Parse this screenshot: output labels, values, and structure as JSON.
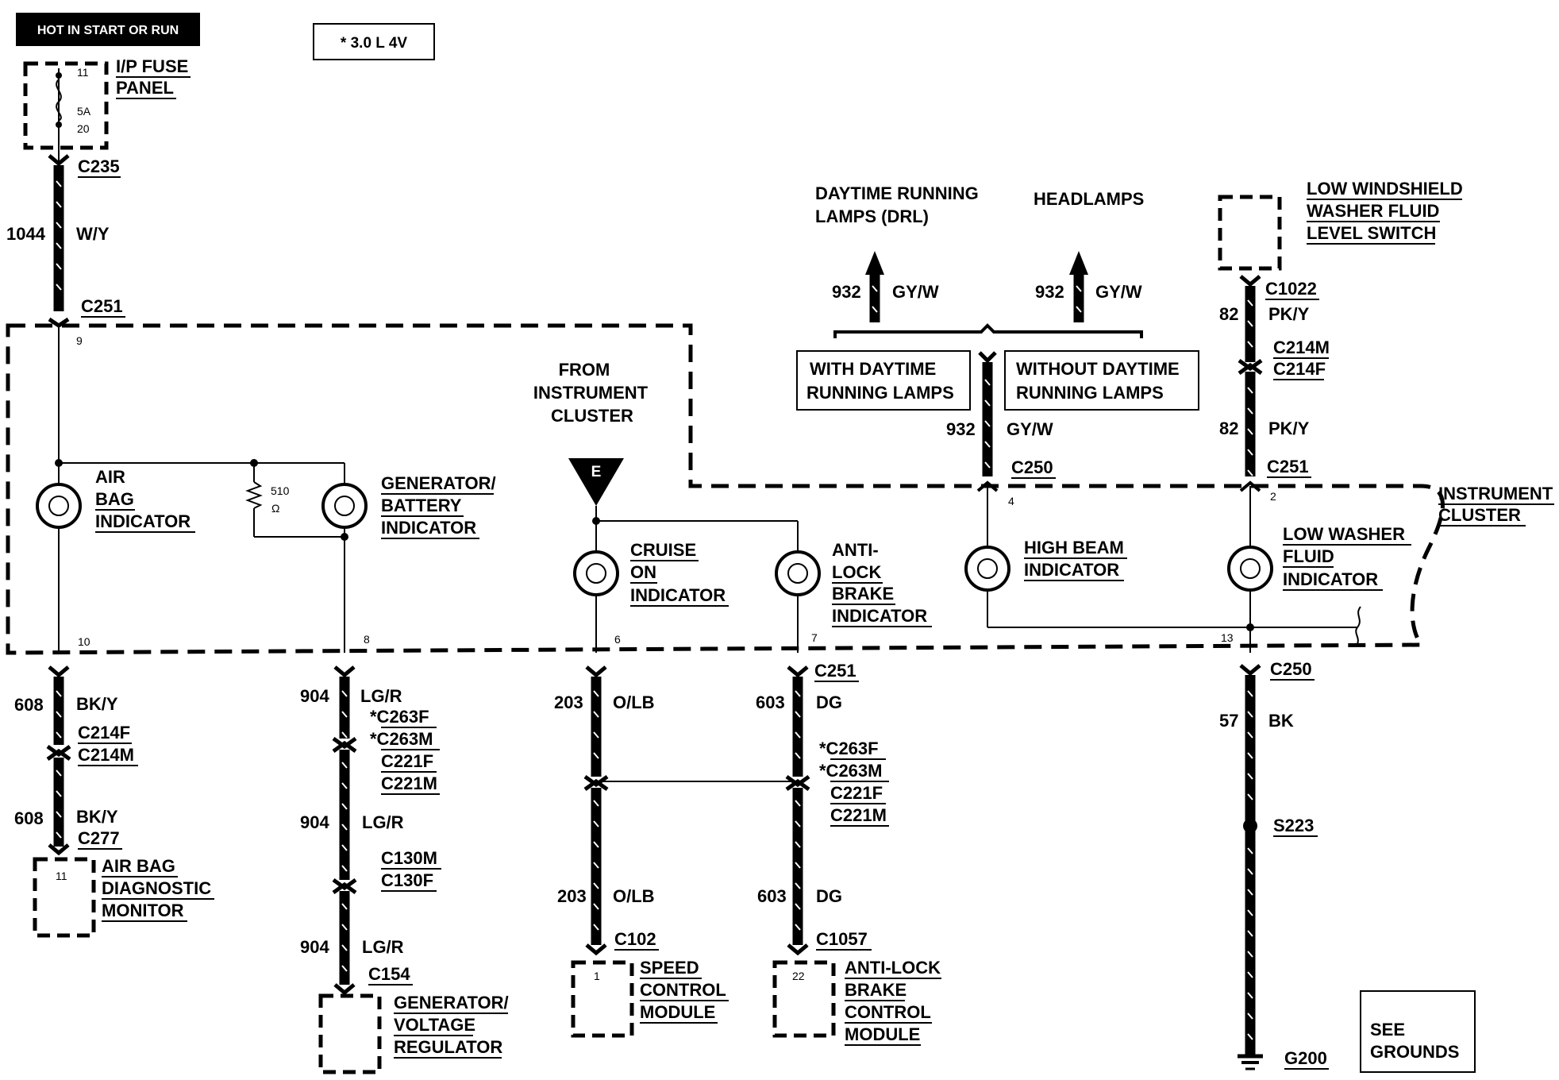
{
  "header": {
    "hot_label": "HOT IN START OR RUN",
    "engine_note": "*  3.0 L 4V"
  },
  "fuse_panel": {
    "label_line1": "I/P FUSE",
    "label_line2": "PANEL",
    "pin_in": "11",
    "rating": "5A",
    "pin_out": "20"
  },
  "power_feed": {
    "connector_top": "C235",
    "circuit": "1044",
    "color": "W/Y",
    "connector_bottom": "C251",
    "pin": "9"
  },
  "cluster": {
    "label_line1": "INSTRUMENT",
    "label_line2": "CLUSTER"
  },
  "air_bag_indicator": {
    "line1": "AIR",
    "line2": "BAG",
    "line3": "INDICATOR",
    "pin": "10"
  },
  "resistor": {
    "value": "510",
    "unit": "Ω"
  },
  "generator_indicator": {
    "line1": "GENERATOR/",
    "line2": "BATTERY",
    "line3": "INDICATOR",
    "pin": "8"
  },
  "from_cluster": {
    "line1": "FROM",
    "line2": "INSTRUMENT",
    "line3": "CLUSTER",
    "marker": "E"
  },
  "cruise_indicator": {
    "line1": "CRUISE",
    "line2": "ON",
    "line3": "INDICATOR",
    "pin": "6"
  },
  "abs_indicator": {
    "line1": "ANTI-",
    "line2": "LOCK",
    "line3": "BRAKE",
    "line4": "INDICATOR",
    "pin": "7"
  },
  "drl": {
    "label_line1": "DAYTIME RUNNING",
    "label_line2": "LAMPS (DRL)",
    "circuit": "932",
    "color": "GY/W",
    "box_line1": "WITH DAYTIME",
    "box_line2": "RUNNING LAMPS"
  },
  "headlamps": {
    "label": "HEADLAMPS",
    "circuit": "932",
    "color": "GY/W",
    "box_line1": "WITHOUT DAYTIME",
    "box_line2": "RUNNING LAMPS"
  },
  "high_beam": {
    "circuit": "932",
    "color": "GY/W",
    "connector": "C250",
    "pin": "4",
    "line1": "HIGH BEAM",
    "line2": "INDICATOR"
  },
  "washer_switch": {
    "line1": "LOW WINDSHIELD",
    "line2": "WASHER FLUID",
    "line3": "LEVEL SWITCH",
    "connector": "C1022",
    "circuit": "82",
    "color": "PK/Y",
    "inline_m": "C214M",
    "inline_f": "C214F"
  },
  "washer_lower": {
    "circuit": "82",
    "color": "PK/Y",
    "connector": "C251",
    "pin": "2"
  },
  "washer_indicator": {
    "line1": "LOW  WASHER",
    "line2": "FLUID",
    "line3": "INDICATOR",
    "pin": "13"
  },
  "airbag_monitor": {
    "circuit1": "608",
    "color1": "BK/Y",
    "conn_f": "C214F",
    "conn_m": "C214M",
    "circuit2": "608",
    "color2": "BK/Y",
    "connector": "C277",
    "pin": "11",
    "line1": "AIR BAG",
    "line2": "DIAGNOSTIC",
    "line3": "MONITOR"
  },
  "generator_regulator": {
    "circuit": "904",
    "color": "LG/R",
    "c1": "*C263F",
    "c2": "*C263M",
    "c3": "C221F",
    "c4": "C221M",
    "circuit2": "904",
    "color2": "LG/R",
    "c5": "C130M",
    "c6": "C130F",
    "circuit3": "904",
    "color3": "LG/R",
    "connector": "C154",
    "line1": "GENERATOR/",
    "line2": "VOLTAGE",
    "line3": "REGULATOR"
  },
  "speed_control": {
    "circuit": "203",
    "color": "O/LB",
    "circuit2": "203",
    "color2": "O/LB",
    "connector": "C102",
    "pin": "1",
    "line1": "SPEED",
    "line2": "CONTROL",
    "line3": "MODULE"
  },
  "abs_module": {
    "connector_top": "C251",
    "circuit": "603",
    "color": "DG",
    "c1": "*C263F",
    "c2": "*C263M",
    "c3": "C221F",
    "c4": "C221M",
    "circuit2": "603",
    "color2": "DG",
    "connector": "C1057",
    "pin": "22",
    "line1": "ANTI-LOCK",
    "line2": "BRAKE",
    "line3": "CONTROL",
    "line4": "MODULE"
  },
  "ground": {
    "connector": "C250",
    "circuit": "57",
    "color": "BK",
    "splice": "S223",
    "ground": "G200"
  },
  "see_grounds": {
    "line1": "SEE",
    "line2": "GROUNDS"
  }
}
